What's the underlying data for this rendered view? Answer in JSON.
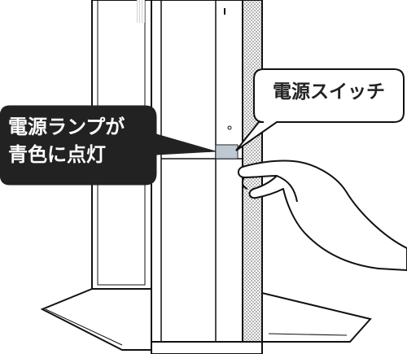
{
  "callouts": {
    "power_lamp": {
      "line1": "電源ランプが",
      "line2": "青色に点灯"
    },
    "power_switch": {
      "label": "電源スイッチ"
    }
  },
  "colors": {
    "lamp_callout_bg": "#222222",
    "lamp_glow": "#c8c8c8",
    "outline": "#111111",
    "switch_callout_bg": "#ffffff"
  }
}
